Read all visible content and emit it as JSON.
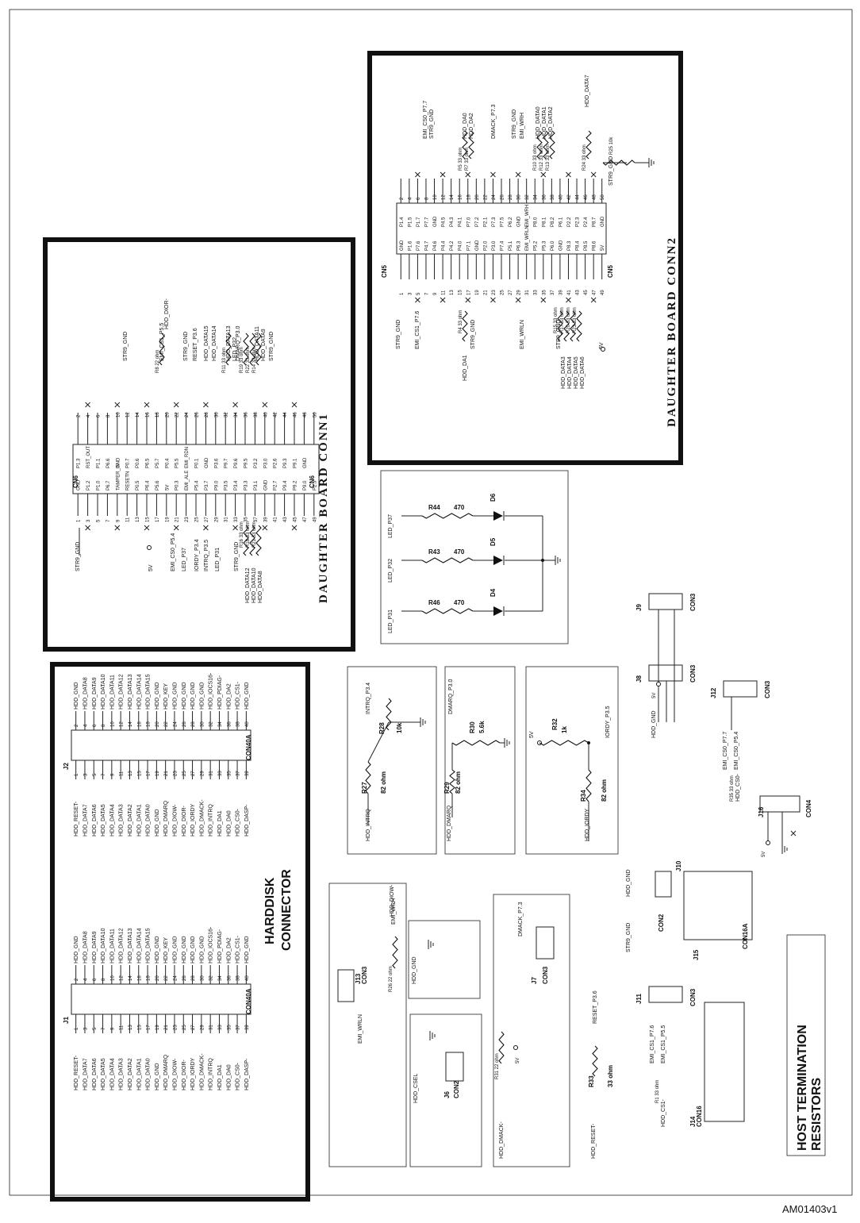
{
  "figure_id": "AM01403v1",
  "titles": {
    "conn1": "DAUGHTER  BOARD  CONN1",
    "conn2": "DAUGHTER  BOARD  CONN2",
    "harddisk_1": "HARDDISK",
    "harddisk_2": "CONNECTOR",
    "host_1": "HOST TERMINATION",
    "host_2": "RESISTORS"
  },
  "cn6": {
    "ref": "CN6",
    "left_nets": [
      "STR9_GND",
      "5V",
      "EMI_CS0_P5.4",
      "LED_P37",
      "IORDY_P3.4",
      "INTRQ_P3.5",
      "LED_P31",
      "STR9_GND",
      "HDD_DATA12",
      "HDD_DATA10",
      "HDD_DATA8"
    ],
    "right_nets": [
      "STR9_GND",
      "EMI_CS1_P5.5",
      "HDD_DIOR-",
      "STR9_GND",
      "RESET_P3.6",
      "HDD_DATA15",
      "HDD_DATA14",
      "HDD_DATA13",
      "LED_P32",
      "DMARQ_P3.0",
      "HDD_DATA11",
      "HDD_DATA9",
      "STR9_GND"
    ],
    "inner_left": [
      "GND",
      "P1.2",
      "P1.0",
      "P6.7",
      "TAMPER_IN",
      "RESETN",
      "P0.5",
      "P6.4",
      "P5.6",
      "5V",
      "P0.3",
      "EMI_ALE",
      "P5.4",
      "P3.7",
      "P9.0",
      "P3.5",
      "P3.4",
      "P3.3",
      "P3.1",
      "GND",
      "P2.7",
      "P9.4",
      "P9.2",
      "P9.0",
      "P2.5"
    ],
    "inner_right": [
      "P1.3",
      "RST_OUT",
      "P1.1",
      "P6.6",
      "GND",
      "P0.7",
      "P0.6",
      "P6.5",
      "P5.7",
      "P0.4",
      "P5.5",
      "EMI_RDN",
      "P0.1",
      "GND",
      "P3.6",
      "P9.7",
      "P9.6",
      "P9.5",
      "P3.2",
      "P3.0",
      "P2.6",
      "P9.3",
      "P9.1",
      "GND"
    ],
    "resistors": [
      "R16",
      "R18",
      "R21",
      "R19",
      "R22",
      "R14",
      "R11",
      "R9",
      "R8"
    ],
    "res_value": "33 ohm",
    "res_value_22": "22 ohm"
  },
  "cn5": {
    "ref": "CN5",
    "left_nets": [
      "STR9_GND",
      "EMI_CS1_P7.6",
      "HDD_DA1",
      "STR9_GND",
      "EMI_WRLN",
      "STR9_GND",
      "HDD_DATA3",
      "HDD_DATA4",
      "HDD_DATA5",
      "HDD_DATA6",
      "5V"
    ],
    "right_nets": [
      "EMI_CS0_P7.7",
      "STR9_GND",
      "HDD_DA0",
      "HDD_DA2",
      "DMACK_P7.3",
      "STR9_GND",
      "EMI_WRH",
      "HDD_DATA0",
      "HDD_DATA1",
      "HDD_DATA2",
      "HDD_DATA7",
      "STR9_GND"
    ],
    "inner_left": [
      "GND",
      "P1.6",
      "P7.6",
      "P4.7",
      "P4.6",
      "P4.4",
      "P4.2",
      "P4.0",
      "P7.1",
      "GND",
      "P2.0",
      "P3.0",
      "P7.4",
      "P5.1",
      "P6.3",
      "EMI_WRLN",
      "P5.2",
      "P5.3",
      "P6.0",
      "GND",
      "P8.3",
      "P8.4",
      "P8.5",
      "P8.6",
      "5V"
    ],
    "inner_right": [
      "P1.4",
      "P1.5",
      "P1.7",
      "P7.7",
      "GND",
      "P4.5",
      "P4.3",
      "P4.1",
      "P7.0",
      "P7.2",
      "P2.1",
      "P7.3",
      "P7.5",
      "P6.2",
      "GND",
      "EMI_WRH",
      "P8.0",
      "P8.1",
      "P8.2",
      "P6.1",
      "P2.2",
      "P2.3",
      "P2.4",
      "P8.7",
      "GND"
    ],
    "resistors": [
      "R4",
      "R15",
      "R17",
      "R20",
      "R23",
      "R5",
      "R7",
      "R10",
      "R12",
      "R13",
      "R24",
      "R25"
    ],
    "res_value": "33 ohm",
    "r25_value": "10k"
  },
  "leds": {
    "nets": [
      "LED_P37",
      "LED_P32",
      "LED_P31"
    ],
    "resistors": [
      "R44",
      "R43",
      "R46"
    ],
    "value": "470",
    "diodes": [
      "D6",
      "D5",
      "D4"
    ]
  },
  "harddisk": {
    "j1": "J1",
    "j2": "J2",
    "type": "CON40A",
    "odd_nets": [
      "HDD_RESET-",
      "HDD_DATA7",
      "HDD_DATA6",
      "HDD_DATA5",
      "HDD_DATA4",
      "HDD_DATA3",
      "HDD_DATA2",
      "HDD_DATA1",
      "HDD_DATA0",
      "HDD_GND",
      "HDD_DMARQ",
      "HDD_DIOW-",
      "HDD_DIOR-",
      "HDD_IORDY",
      "HDD_DMACK-",
      "HDD_INTRQ",
      "HDD_DA1",
      "HDD_DA0",
      "HDD_CS0-",
      "HDD_DASP-"
    ],
    "even_nets": [
      "HDD_GND",
      "HDD_DATA8",
      "HDD_DATA9",
      "HDD_DATA10",
      "HDD_DATA11",
      "HDD_DATA12",
      "HDD_DATA13",
      "HDD_DATA14",
      "HDD_DATA15",
      "HDD_GND",
      "HDD_KEY",
      "HDD_GND",
      "HDD_GND",
      "HDD_GND",
      "HDD_GND",
      "HDD_IOCS16-",
      "HDD_PDIAG-",
      "HDD_DA2",
      "HDD_CS1-",
      "HDD_GND"
    ]
  },
  "pullups": {
    "intrq": {
      "net_top": "INTRQ_P3.4",
      "r1": "R28",
      "r1_value": "10k",
      "r2": "R27",
      "r2_value": "82 ohm",
      "net_bottom": "HDD_INTRQ"
    },
    "dmarq": {
      "net_top": "DMARQ_P3.0",
      "r1": "R30",
      "r1_value": "5.6k",
      "r2": "R29",
      "r2_value": "82 ohm",
      "net_bottom": "HDD_DMARQ"
    },
    "iordy": {
      "net_top": "IORDY_P3.5",
      "r1": "R32",
      "r1_value": "1k",
      "supply": "5V",
      "r2": "R34",
      "r2_value": "82 ohm",
      "net_bottom": "HDD_IORDY"
    }
  },
  "jumpers": {
    "j8": "J8",
    "j9": "J9",
    "j12": "J12",
    "j16": "J16",
    "j10": "J10",
    "j11": "J11",
    "j13": "J13",
    "j6": "J6",
    "j7": "J7",
    "j14": "J14",
    "j15": "J15",
    "con3": "CON3",
    "con2": "CON2",
    "con4": "CON4",
    "con16": "CON16",
    "con16a": "CON16A",
    "hdd_gnd": "HDD_GND",
    "hdd_csel": "HDD_CSEL",
    "five_v": "5V",
    "emi_cs0_p77": "EMI_CS0_P7.7",
    "emi_cs0_p54": "EMI_CS0_P5.4",
    "hdd_cs0": "HDD_CS0-",
    "r35": "R35",
    "r35_value": "33 ohm",
    "emi_wrln": "EMI_WRLN",
    "emi_wrh": "EMI_WRH",
    "hdd_diow": "HDD_DIOW-",
    "r26": "R26",
    "r26_value": "22 ohm",
    "dmack_p73": "DMACK_P7.3",
    "hdd_dmack": "HDD_DMACK-",
    "r31": "R31",
    "r31_value": "22 ohm",
    "reset_p36": "RESET_P3.6",
    "hdd_reset": "HDD_RESET-",
    "r33": "R33",
    "r33_value": "33 ohm",
    "emi_cs1_p76": "EMI_CS1_P7.6",
    "emi_cs1_p55": "EMI_CS1_P5.5",
    "hdd_cs1": "HDD_CS1-",
    "r1": "R1",
    "r1_value": "33 ohm",
    "str9_gnd": "STR9_GND"
  }
}
